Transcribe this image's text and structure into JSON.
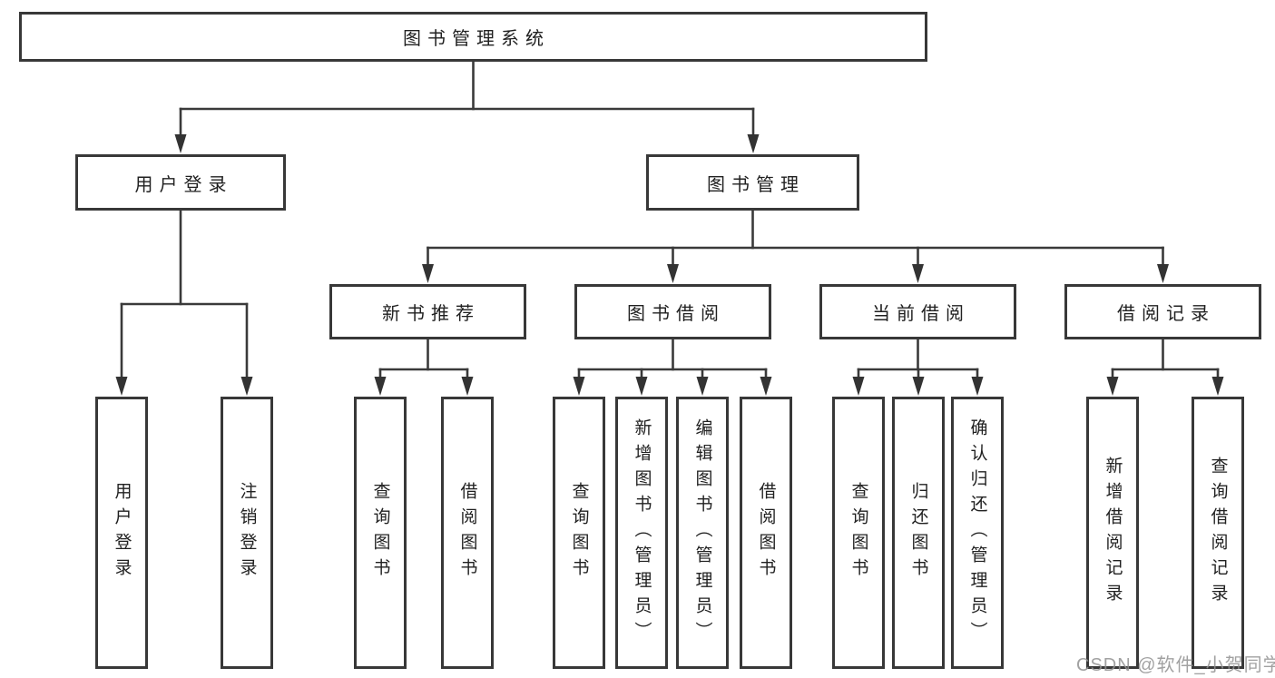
{
  "tree": {
    "root": {
      "label": "图书管理系统"
    },
    "level2": [
      {
        "label": "用户登录",
        "children": [
          {
            "label": "用户登录"
          },
          {
            "label": "注销登录"
          }
        ]
      },
      {
        "label": "图书管理",
        "children": [
          {
            "label": "新书推荐",
            "children": [
              {
                "label": "查询图书"
              },
              {
                "label": "借阅图书"
              }
            ]
          },
          {
            "label": "图书借阅",
            "children": [
              {
                "label": "查询图书"
              },
              {
                "label": "新增图书（管理员）"
              },
              {
                "label": "编辑图书（管理员）"
              },
              {
                "label": "借阅图书"
              }
            ]
          },
          {
            "label": "当前借阅",
            "children": [
              {
                "label": "查询图书"
              },
              {
                "label": "归还图书"
              },
              {
                "label": "确认归还（管理员）"
              }
            ]
          },
          {
            "label": "借阅记录",
            "children": [
              {
                "label": "新增借阅记录"
              },
              {
                "label": "查询借阅记录"
              }
            ]
          }
        ]
      }
    ]
  },
  "watermark": "CSDN @软件_小贺同学",
  "colors": {
    "line": "#3a3a3a",
    "box_border": "#383838",
    "text": "#212121",
    "watermark": "#919191",
    "background": "#ffffff"
  }
}
